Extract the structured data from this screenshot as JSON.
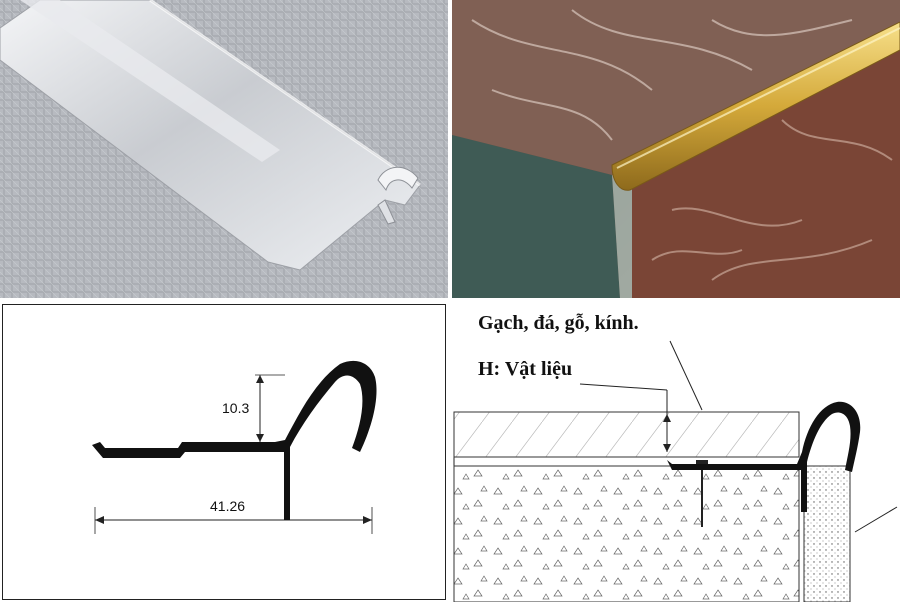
{
  "photos": {
    "top_left": "aluminium-profile-photo",
    "top_right": "gold-profile-on-marble-photo"
  },
  "profile_drawing": {
    "height_dim": "10.3",
    "width_dim": "41.26"
  },
  "install_drawing": {
    "label_material": "Gạch, đá, gỗ, kính.",
    "label_height": "H: Vật liệu"
  },
  "colors": {
    "aluminium": "#d7d9dd",
    "gold": "#d4a93a",
    "marble": "#7a5142",
    "tile_green": "#3f5b55",
    "profile_black": "#111111"
  }
}
